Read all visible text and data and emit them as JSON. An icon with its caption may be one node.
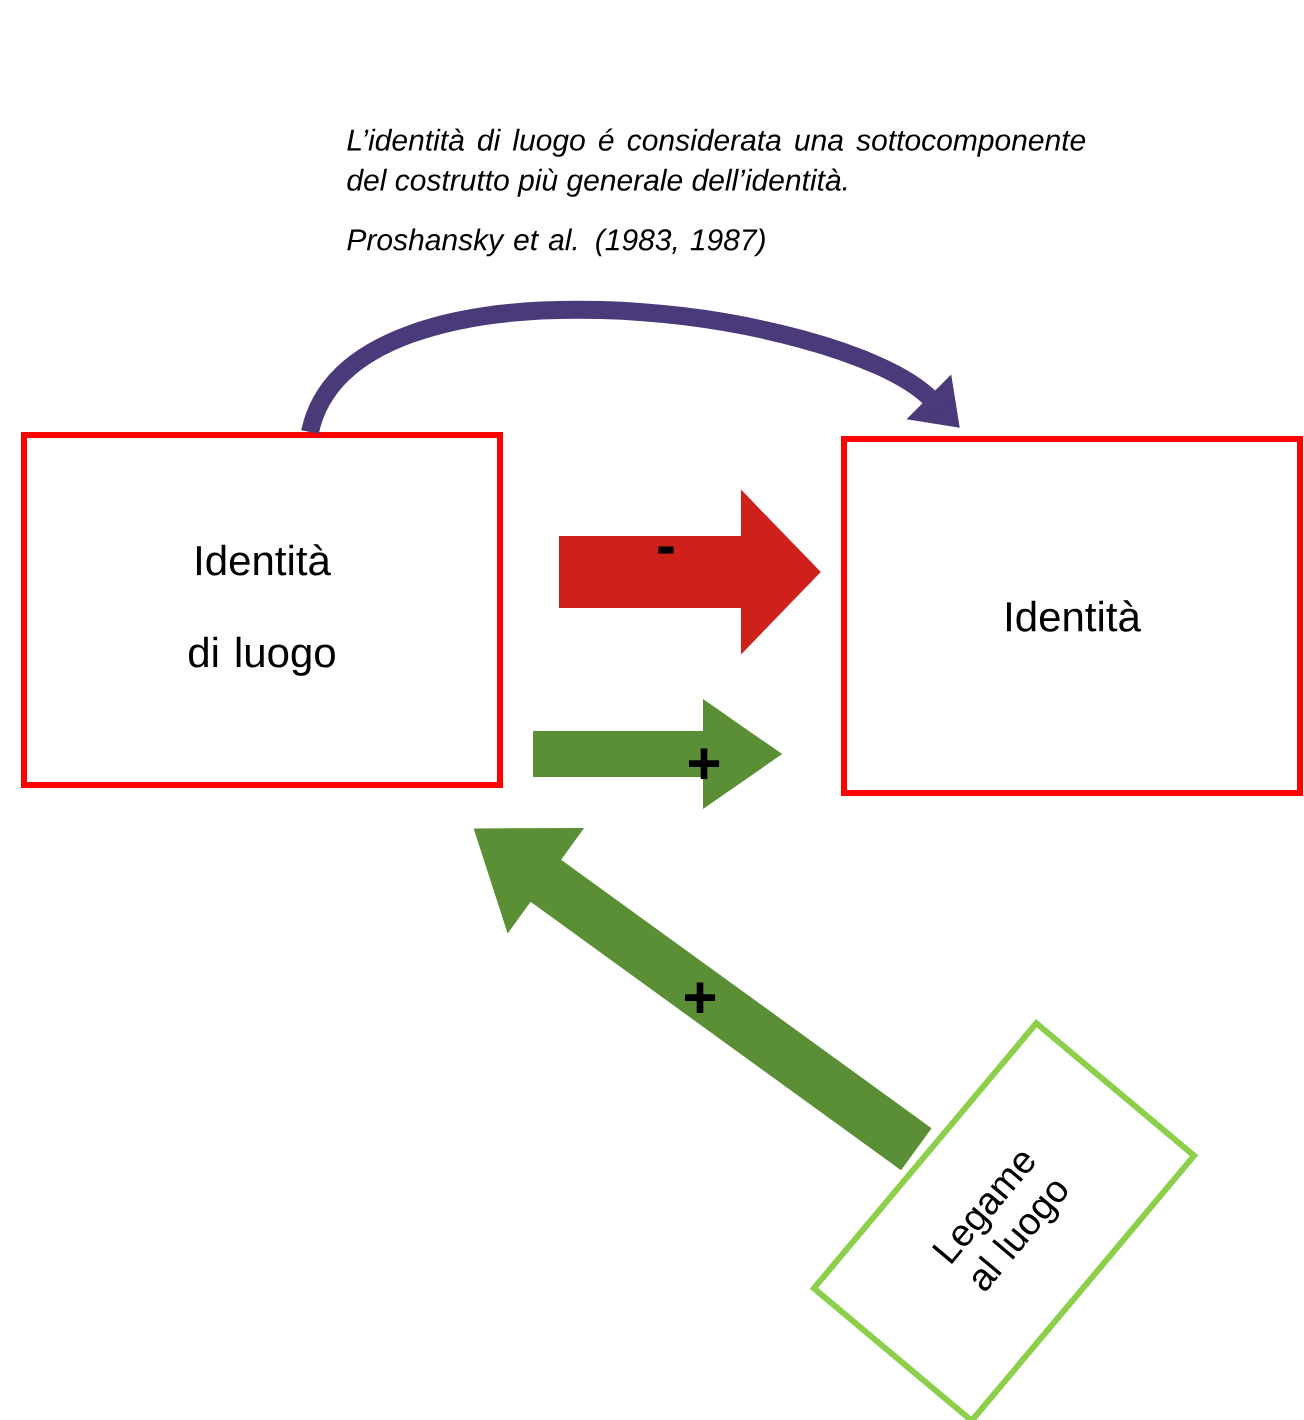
{
  "diagram": {
    "nodes": [
      {
        "text": [
          "Identità di luogo"
        ]
      },
      {
        "text": [
          "Identità"
        ]
      },
      {
        "text": [
          "Legame al luogo"
        ]
      }
    ],
    "edges": [
      {
        "from": 0,
        "to": 1,
        "arrow": "to",
        "color": "#4b3a7a"
      },
      {
        "from": 0,
        "to": 1,
        "arrow": "to",
        "label": "-",
        "color": "#d0201c"
      },
      {
        "from": 0,
        "to": 1,
        "arrow": "to",
        "label": "+",
        "color": "#5b8f35"
      },
      {
        "from": 2,
        "to": 0,
        "arrow": "to",
        "label": "+",
        "color": "#5b8f35"
      }
    ],
    "labels": [
      "L’identità di luogo é considerata una sottocomponente del costrutto più generale dell’identità.",
      "Proshansky et al. (1983, 1987)"
    ]
  }
}
